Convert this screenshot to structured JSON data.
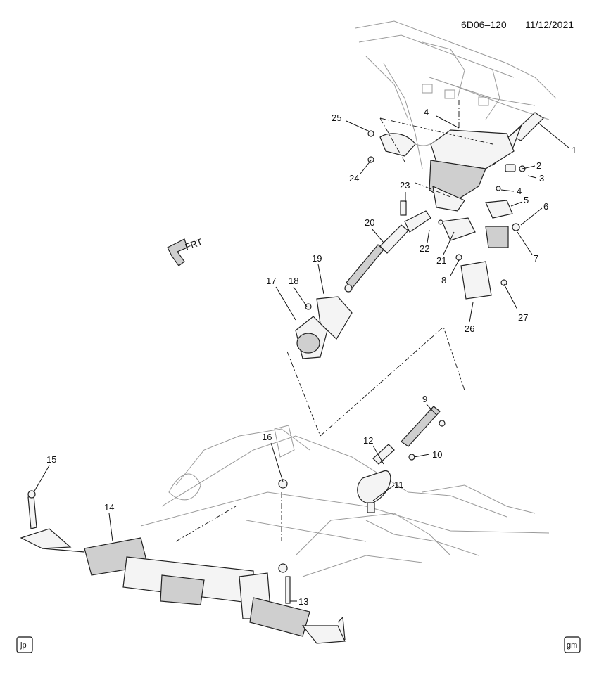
{
  "header": {
    "diagram_id": "6D06–120",
    "date": "11/12/2021"
  },
  "badges": {
    "left": "jp",
    "right": "gm"
  },
  "direction": {
    "label": "FRT"
  },
  "callouts": [
    {
      "id": "c1",
      "text": "1"
    },
    {
      "id": "c2",
      "text": "2"
    },
    {
      "id": "c3",
      "text": "3"
    },
    {
      "id": "c4a",
      "text": "4"
    },
    {
      "id": "c4b",
      "text": "4"
    },
    {
      "id": "c5",
      "text": "5"
    },
    {
      "id": "c6",
      "text": "6"
    },
    {
      "id": "c7",
      "text": "7"
    },
    {
      "id": "c8",
      "text": "8"
    },
    {
      "id": "c9",
      "text": "9"
    },
    {
      "id": "c10",
      "text": "10"
    },
    {
      "id": "c11",
      "text": "11"
    },
    {
      "id": "c12",
      "text": "12"
    },
    {
      "id": "c13",
      "text": "13"
    },
    {
      "id": "c14",
      "text": "14"
    },
    {
      "id": "c15",
      "text": "15"
    },
    {
      "id": "c16",
      "text": "16"
    },
    {
      "id": "c17",
      "text": "17"
    },
    {
      "id": "c18",
      "text": "18"
    },
    {
      "id": "c19",
      "text": "19"
    },
    {
      "id": "c20",
      "text": "20"
    },
    {
      "id": "c21",
      "text": "21"
    },
    {
      "id": "c22",
      "text": "22"
    },
    {
      "id": "c23",
      "text": "23"
    },
    {
      "id": "c24",
      "text": "24"
    },
    {
      "id": "c25",
      "text": "25"
    },
    {
      "id": "c26",
      "text": "26"
    },
    {
      "id": "c27",
      "text": "27"
    }
  ]
}
